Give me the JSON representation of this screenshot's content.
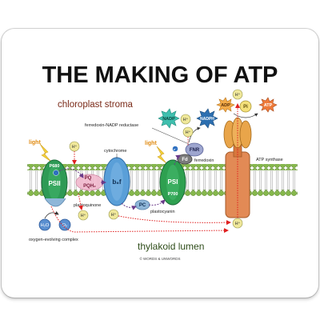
{
  "title": "THE MAKING OF ATP",
  "regions": {
    "stroma": "chloroplast stroma",
    "lumen": "thylakoid lumen"
  },
  "labels": {
    "light1": "light",
    "light2": "light",
    "fnr_name": "ferredoxin-NADP reductase",
    "cytochrome": "cytochrome",
    "ferredoxin": "ferredoxin",
    "atp_synthase": "ATP synthase",
    "plastoquinone": "plastoquinone",
    "plastocyanin": "plastocyanin",
    "oec": "oxygen-evolving complex",
    "copyright": "© WORDS & UNWORDS"
  },
  "molecules": {
    "p680": "P680",
    "psii": "PSII",
    "pq": "PQ",
    "pqh2": "PQH₂",
    "bf": "b₆f",
    "p700": "P700",
    "psi": "PSI",
    "pc": "PC",
    "fnr": "FNR",
    "fd": "Fd",
    "nadp": "NADP",
    "nadph": "NADPH",
    "adp": "ADP",
    "pi": "Pi",
    "atp": "ATP",
    "h2o": "H₂O",
    "o2": "O₂",
    "hplus": "H⁺",
    "e": "e⁻"
  },
  "colors": {
    "title": "#111111",
    "region_label": "#7a2a18",
    "lumen_label": "#2f4d1a",
    "psii_fill": "#2e9a55",
    "cytochrome_fill": "#5a9fd8",
    "psi_fill": "#2ea050",
    "fnr_fill": "#9ea6cf",
    "fd_fill": "#7b7b7b",
    "atp_head": "#e9a54a",
    "atp_stalk": "#e28a55",
    "membrane_head": "#86b84c",
    "proton_fill": "#f0e89a",
    "electron_fill": "#2d6fc0",
    "nadp_star": "#3fbfae",
    "nadph_star": "#2c6fb0",
    "adp_star": "#f2aa48",
    "atp_star": "#ef7b3a",
    "flow_arrow": "#e02020",
    "electron_path": "#6a3b8a"
  }
}
